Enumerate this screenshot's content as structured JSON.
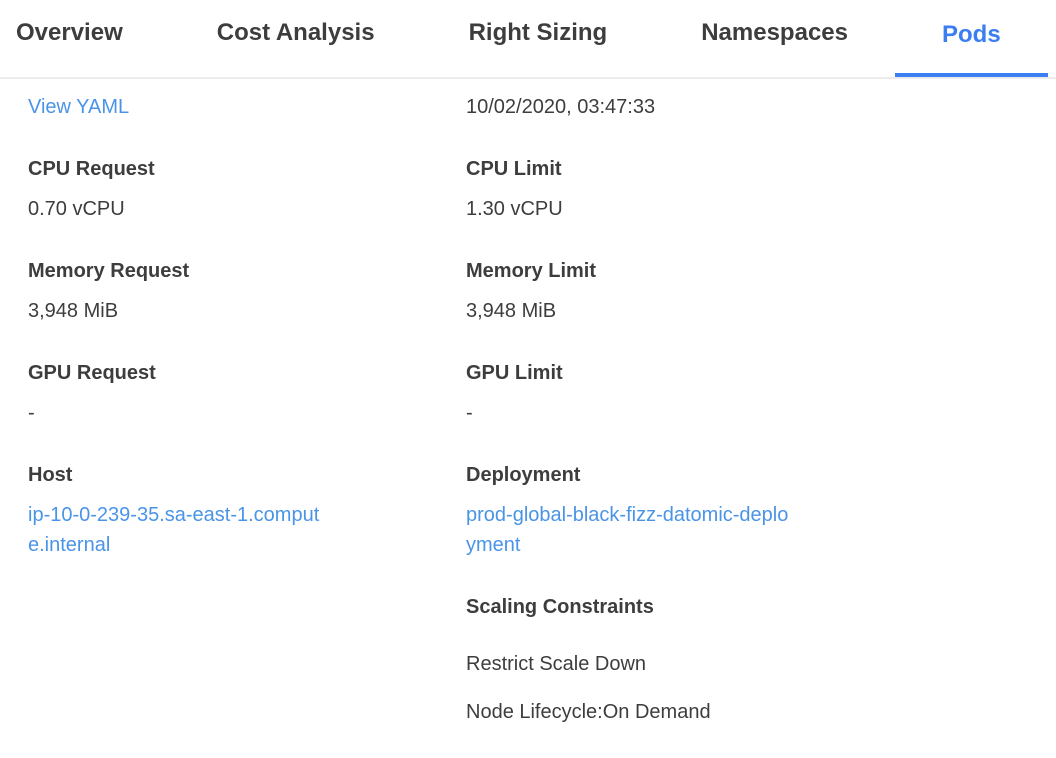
{
  "tabs": [
    {
      "label": "Overview",
      "active": false
    },
    {
      "label": "Cost Analysis",
      "active": false
    },
    {
      "label": "Right Sizing",
      "active": false
    },
    {
      "label": "Namespaces",
      "active": false
    },
    {
      "label": "Pods",
      "active": true
    }
  ],
  "details": {
    "view_yaml_label": "View YAML",
    "timestamp": "10/02/2020, 03:47:33",
    "fields": {
      "cpu_request": {
        "label": "CPU Request",
        "value": "0.70 vCPU"
      },
      "cpu_limit": {
        "label": "CPU Limit",
        "value": "1.30 vCPU"
      },
      "memory_request": {
        "label": "Memory Request",
        "value": "3,948 MiB"
      },
      "memory_limit": {
        "label": "Memory Limit",
        "value": "3,948 MiB"
      },
      "gpu_request": {
        "label": "GPU Request",
        "value": "-"
      },
      "gpu_limit": {
        "label": "GPU Limit",
        "value": "-"
      },
      "host": {
        "label": "Host",
        "value": "ip-10-0-239-35.sa-east-1.compute.internal"
      },
      "deployment": {
        "label": "Deployment",
        "value": "prod-global-black-fizz-datomic-deployment"
      }
    },
    "scaling_constraints": {
      "label": "Scaling Constraints",
      "items": [
        "Restrict Scale Down",
        "Node Lifecycle:On Demand"
      ]
    }
  },
  "colors": {
    "accent": "#3b7ef2",
    "link": "#4a94e8",
    "text": "#3d3d3d",
    "border": "#ececec"
  }
}
